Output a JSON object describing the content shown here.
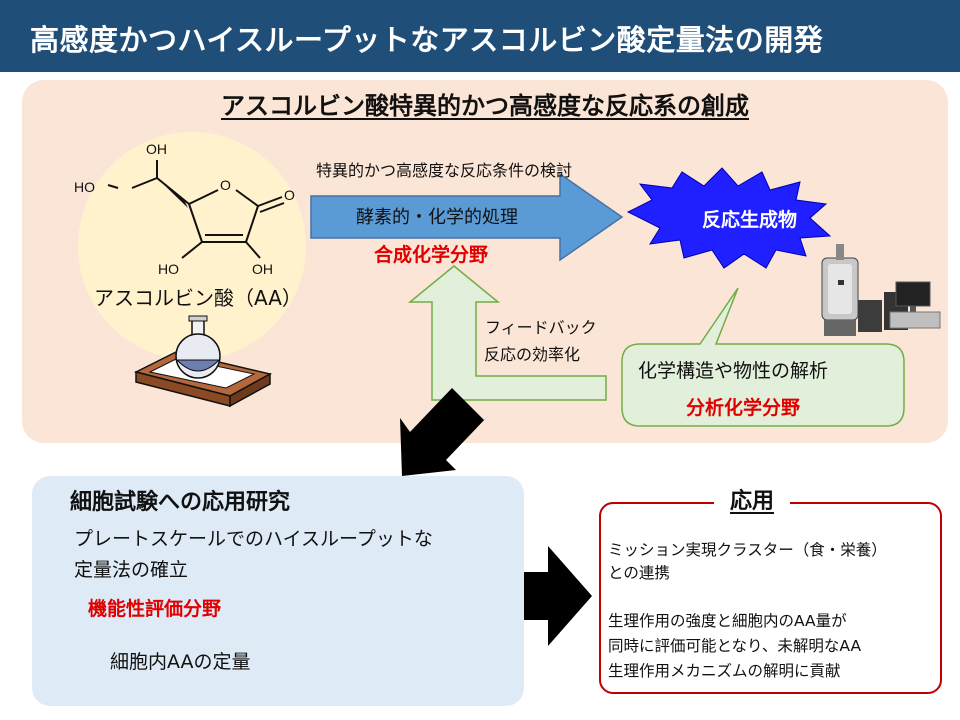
{
  "header": {
    "title": "高感度かつハイスループットなアスコルビン酸定量法の開発"
  },
  "reaction_panel": {
    "title": "アスコルビン酸特異的かつ高感度な反応系の創成",
    "molecule_label": "アスコルビン酸（AA）",
    "atoms": [
      "OH",
      "HO",
      "O",
      "O",
      "HO",
      "OH"
    ],
    "condition_label": "特異的かつ高感度な反応条件の検討",
    "arrow_text": "酵素的・化学的処理",
    "synthesis_field": "合成化学分野",
    "product_label": "反応生成物",
    "feedback_line1": "フィードバック",
    "feedback_line2": "反応の効率化",
    "analysis_label": "化学構造や物性の解析",
    "analysis_field": "分析化学分野"
  },
  "cell_panel": {
    "title": "細胞試験への応用研究",
    "line1": "プレートスケールでのハイスループットな",
    "line2": "定量法の確立",
    "field": "機能性評価分野",
    "quant_label": "細胞内AAの定量"
  },
  "application": {
    "title": "応用",
    "p1_line1": "ミッション実現クラスター（食・栄養）",
    "p1_line2": "との連携",
    "p2_line1": "生理作用の強度と細胞内のAA量が",
    "p2_line2": "同時に評価可能となり、未解明なAA",
    "p2_line3": "生理作用メカニズムの解明に貢献"
  },
  "colors": {
    "header": "#1f4e79",
    "reaction_panel": "#fbe5d6",
    "cell_panel": "#deebf7",
    "field_text": "#e00000",
    "main_arrow": "#5b9bd5",
    "feedback_arrow": "#e2efda",
    "burst": "#1f1fff",
    "app_border": "#c00000"
  }
}
